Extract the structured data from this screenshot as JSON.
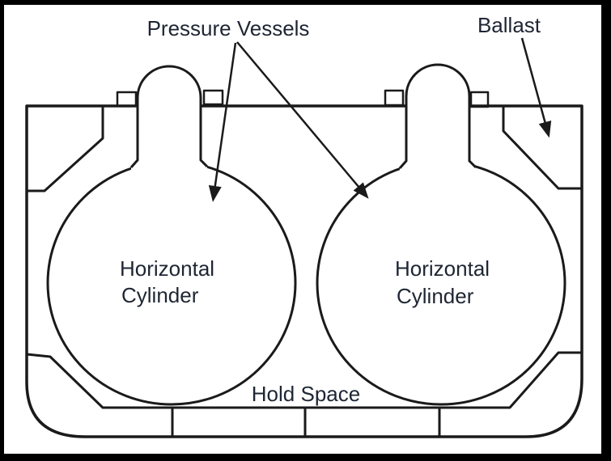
{
  "diagram": {
    "title_context": "Ship cross-section with two pressure-vessel cargo tanks",
    "labels": {
      "pressure_vessels": "Pressure Vessels",
      "ballast": "Ballast",
      "left_vessel_line1": "Horizontal",
      "left_vessel_line2": "Cylinder",
      "right_vessel_line1": "Horizontal",
      "right_vessel_line2": "Cylinder",
      "hold_space": "Hold Space"
    },
    "colors": {
      "line": "#1a1a1a",
      "text": "#1e2633",
      "hatch_bg": "#dedede",
      "hatch_line": "#ababab",
      "frame": "#000000",
      "background": "#ffffff"
    }
  }
}
